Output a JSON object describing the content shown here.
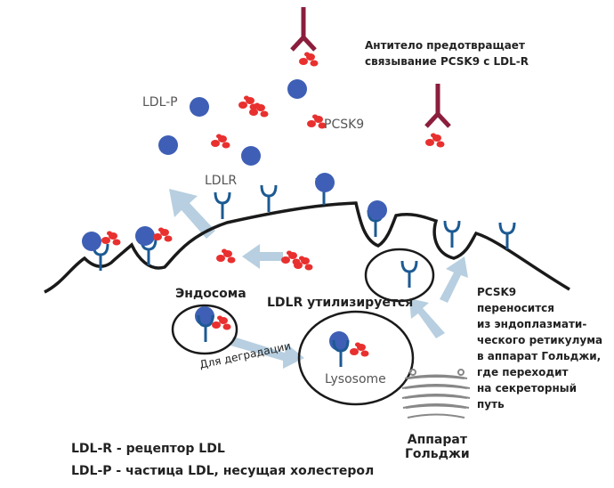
{
  "labels": {
    "antibody_note_line1": "Антитело предотвращает",
    "antibody_note_line2": "связывание PCSK9 с LDL-R",
    "ldl_p": "LDL-P",
    "pcsk9": "PCSK9",
    "ldlr": "LDLR",
    "endosome": "Эндосома",
    "ldlr_utilized": "LDLR утилизируется",
    "for_degradation": "Для деградации",
    "lysosome": "Lysosome",
    "golgi_line1": "Аппарат",
    "golgi_line2": "Гольджи",
    "pcsk9_transport": [
      "PCSK9",
      "переносится",
      "из эндоплазмати-",
      "ческого ретикулума",
      "в аппарат Гольджи,",
      "где переходит",
      "на секреторный",
      "путь"
    ],
    "legend_line1": "LDL-R - рецептор LDL",
    "legend_line2": "LDL-P - частица LDL, несущая холестерол"
  },
  "colors": {
    "ldl_particle": "#3e5fb5",
    "pcsk9": "#e8302f",
    "receptor": "#1c5a93",
    "antibody": "#8b1e3c",
    "arrow": "#b7cfe0",
    "membrane": "#1a1a1a"
  }
}
